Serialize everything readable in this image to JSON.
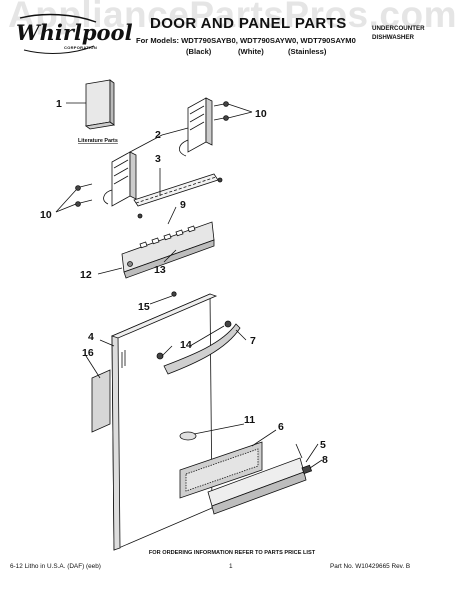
{
  "watermark": "AppliancePartsPros.com",
  "brand": {
    "name": "Whirlpool",
    "corporation": "CORPORATION"
  },
  "header": {
    "title": "DOOR AND PANEL PARTS",
    "models_line": "For Models: WDT790SAYB0, WDT790SAYW0, WDT790SAYM0",
    "colors": [
      "(Black)",
      "(White)",
      "(Stainless)"
    ],
    "product_line1": "UNDERCOUNTER",
    "product_line2": "DISHWASHER"
  },
  "diagram": {
    "literature_label": "Literature Parts",
    "callouts": {
      "c1": "1",
      "c2": "2",
      "c3": "3",
      "c4": "4",
      "c5": "5",
      "c6": "6",
      "c7": "7",
      "c8": "8",
      "c9": "9",
      "c10a": "10",
      "c10b": "10",
      "c11": "11",
      "c12": "12",
      "c13": "13",
      "c14": "14",
      "c15": "15",
      "c16": "16"
    }
  },
  "footer": {
    "ordering_note": "FOR ORDERING INFORMATION REFER TO PARTS PRICE LIST",
    "litho": "6-12 Litho in U.S.A. (DAF) (eeb)",
    "page": "1",
    "part_no": "Part No. W10429665 Rev. B"
  }
}
